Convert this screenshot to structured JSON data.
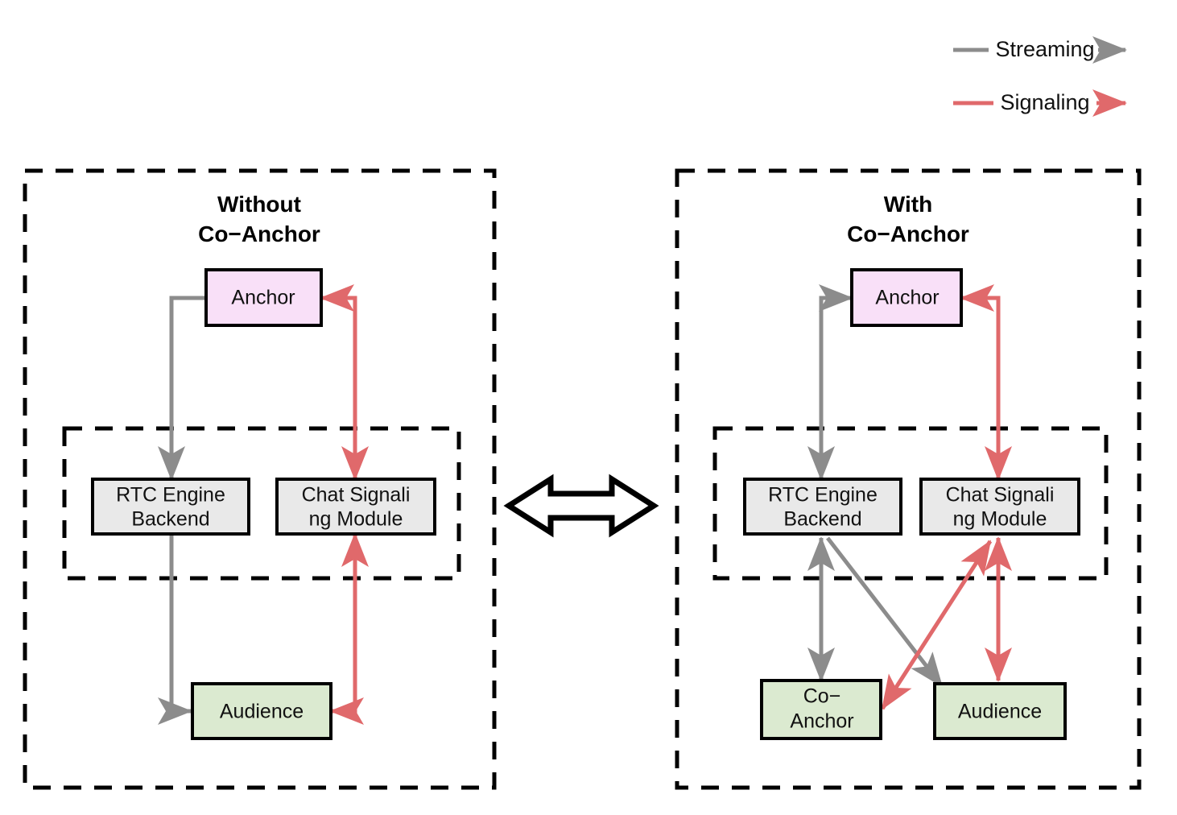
{
  "legend": {
    "items": [
      {
        "id": "streaming",
        "label": "Streaming",
        "color": "#8c8c8c"
      },
      {
        "id": "signaling",
        "label": "Signaling",
        "color": "#e0696b"
      }
    ]
  },
  "colors": {
    "streaming": "#8c8c8c",
    "signaling": "#e0696b",
    "anchor_fill": "#f9e0f8",
    "audience_fill": "#dbead0",
    "module_fill": "#e9e9e9",
    "border": "#000000",
    "background": "#ffffff"
  },
  "panels": [
    {
      "id": "without-co-anchor",
      "title_line1": "Without",
      "title_line2": "Co−Anchor",
      "nodes": [
        {
          "id": "anchor",
          "label": "Anchor",
          "fill": "#f9e0f8"
        },
        {
          "id": "rtc-engine-backend",
          "label_line1": "RTC Engine",
          "label_line2": "Backend",
          "fill": "#e9e9e9"
        },
        {
          "id": "chat-signaling-module",
          "label_line1": "Chat Signali",
          "label_line2": "ng Module",
          "fill": "#e9e9e9"
        },
        {
          "id": "audience",
          "label": "Audience",
          "fill": "#dbead0"
        }
      ],
      "edges": [
        {
          "from": "anchor",
          "to": "rtc-engine-backend",
          "type": "streaming",
          "arrow": "end"
        },
        {
          "from": "rtc-engine-backend",
          "to": "audience",
          "type": "streaming",
          "arrow": "end"
        },
        {
          "from": "chat-signaling-module",
          "to": "anchor",
          "type": "signaling",
          "arrow": "end"
        },
        {
          "from": "anchor",
          "to": "chat-signaling-module",
          "type": "signaling",
          "arrow": "end"
        },
        {
          "from": "audience",
          "to": "chat-signaling-module",
          "type": "signaling",
          "arrow": "end"
        },
        {
          "from": "chat-signaling-module",
          "to": "audience",
          "type": "signaling",
          "arrow": "end"
        }
      ]
    },
    {
      "id": "with-co-anchor",
      "title_line1": "With",
      "title_line2": "Co−Anchor",
      "nodes": [
        {
          "id": "anchor",
          "label": "Anchor",
          "fill": "#f9e0f8"
        },
        {
          "id": "rtc-engine-backend",
          "label_line1": "RTC Engine",
          "label_line2": "Backend",
          "fill": "#e9e9e9"
        },
        {
          "id": "chat-signaling-module",
          "label_line1": "Chat Signali",
          "label_line2": "ng Module",
          "fill": "#e9e9e9"
        },
        {
          "id": "co-anchor",
          "label_line1": "Co−",
          "label_line2": "Anchor",
          "fill": "#dbead0"
        },
        {
          "id": "audience",
          "label": "Audience",
          "fill": "#dbead0"
        }
      ],
      "edges": [
        {
          "from": "anchor",
          "to": "rtc-engine-backend",
          "type": "streaming",
          "arrow": "both"
        },
        {
          "from": "rtc-engine-backend",
          "to": "co-anchor",
          "type": "streaming",
          "arrow": "both"
        },
        {
          "from": "rtc-engine-backend",
          "to": "audience",
          "type": "streaming",
          "arrow": "end"
        },
        {
          "from": "anchor",
          "to": "chat-signaling-module",
          "type": "signaling",
          "arrow": "both"
        },
        {
          "from": "chat-signaling-module",
          "to": "audience",
          "type": "signaling",
          "arrow": "both"
        },
        {
          "from": "co-anchor",
          "to": "chat-signaling-module",
          "type": "signaling",
          "arrow": "both"
        }
      ]
    }
  ],
  "center_connector": {
    "id": "bidirectional-comparison-arrow",
    "style": "hollow-double-arrow"
  }
}
